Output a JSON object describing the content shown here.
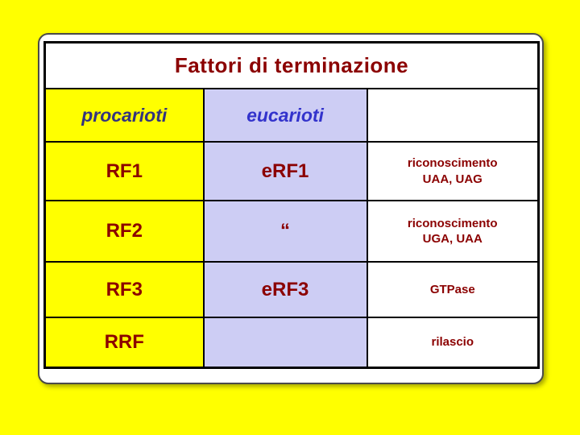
{
  "slide": {
    "title": "Fattori di terminazione"
  },
  "table": {
    "columns": [
      {
        "key": "procarioti",
        "label": "procarioti"
      },
      {
        "key": "eucarioti",
        "label": "eucarioti"
      },
      {
        "key": "funzione",
        "label": ""
      }
    ],
    "rows": [
      {
        "procarioti": "RF1",
        "eucarioti": "eRF1",
        "funzione": "riconoscimento\nUAA, UAG"
      },
      {
        "procarioti": "RF2",
        "eucarioti": "“",
        "funzione": "riconoscimento\nUGA, UAA"
      },
      {
        "procarioti": "RF3",
        "eucarioti": "eRF3",
        "funzione": "GTPase"
      },
      {
        "procarioti": "RRF",
        "eucarioti": "",
        "funzione": "rilascio"
      }
    ]
  },
  "colors": {
    "page_background": "#FFFF00",
    "plaque_background": "#FFFFFF",
    "procarioti_column": "#FFFF00",
    "eucarioti_column": "#CDCDF4",
    "title_text": "#8B0000",
    "factor_text": "#8B0000",
    "procarioti_header_text": "#33337F",
    "eucarioti_header_text": "#3333CC",
    "table_border": "#000000"
  }
}
